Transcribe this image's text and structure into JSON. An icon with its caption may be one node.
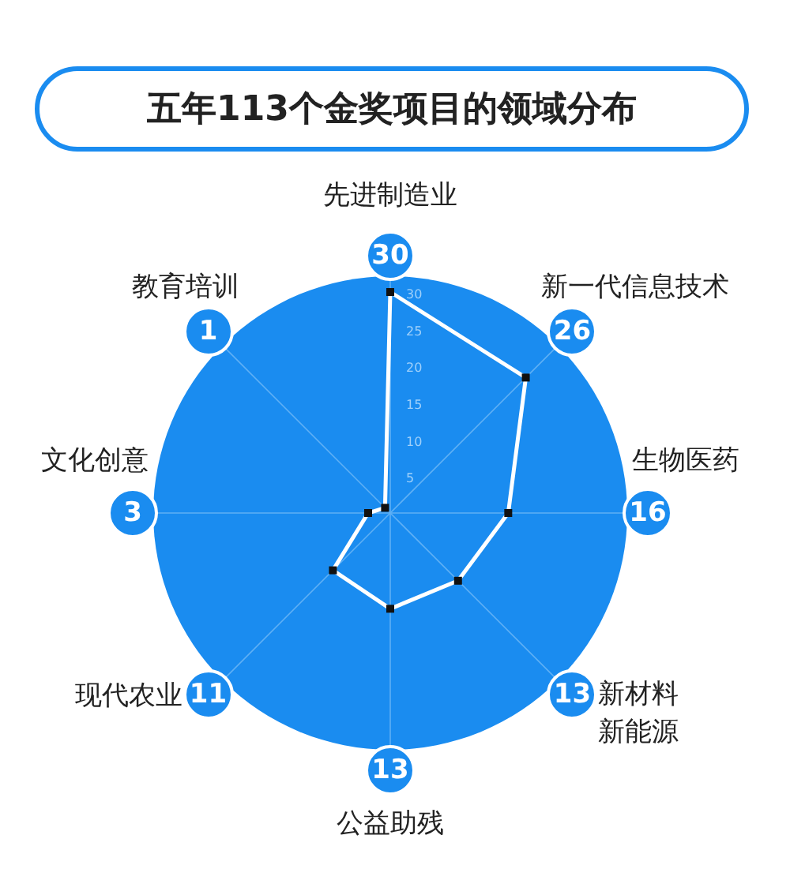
{
  "diagram": {
    "title": "五年113个金奖项目的领域分布",
    "labels": [
      "先进制造业",
      "30",
      "新一代信息技术",
      "26",
      "生物医药",
      "16",
      "新材料新能源",
      "13",
      "公益助残",
      "13",
      "现代农业",
      "11",
      "文化创意",
      "3",
      "教育培训",
      "1",
      "30",
      "25",
      "20",
      "15",
      "10",
      "5"
    ]
  }
}
